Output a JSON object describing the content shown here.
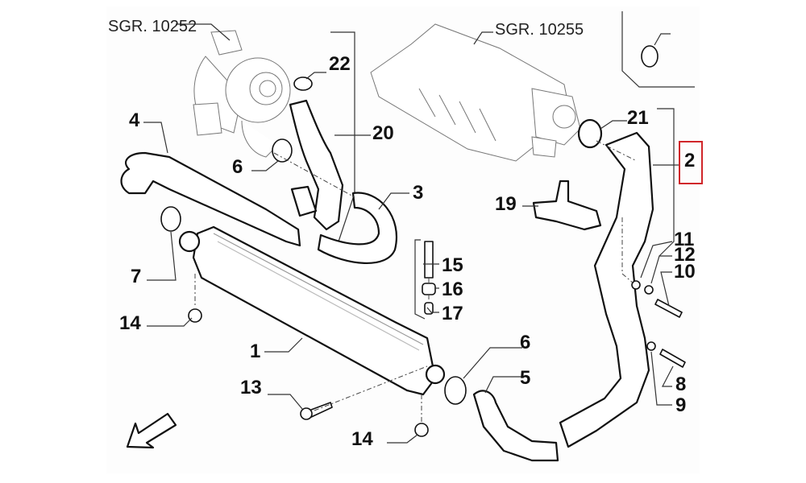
{
  "diagram": {
    "title": "Intercooler and charge air hoses exploded view",
    "references": [
      {
        "id": "ref-turbo",
        "text": "SGR. 10252"
      },
      {
        "id": "ref-manifold",
        "text": "SGR. 10255"
      }
    ],
    "callouts": [
      {
        "id": "1",
        "part": "intercooler"
      },
      {
        "id": "2",
        "part": "intake pipe to manifold",
        "highlighted": true
      },
      {
        "id": "3",
        "part": "hose"
      },
      {
        "id": "4",
        "part": "hose from turbo"
      },
      {
        "id": "5",
        "part": "hose"
      },
      {
        "id": "6",
        "part": "clamp"
      },
      {
        "id": "6b",
        "label": "6",
        "part": "clamp"
      },
      {
        "id": "7",
        "part": "clamp"
      },
      {
        "id": "8",
        "part": "screw"
      },
      {
        "id": "9",
        "part": "washer"
      },
      {
        "id": "10",
        "part": "screw"
      },
      {
        "id": "11",
        "part": "washer"
      },
      {
        "id": "12",
        "part": "washer"
      },
      {
        "id": "13",
        "part": "screw"
      },
      {
        "id": "14",
        "part": "rubber mount"
      },
      {
        "id": "14b",
        "label": "14",
        "part": "rubber mount"
      },
      {
        "id": "15",
        "part": "bolt"
      },
      {
        "id": "16",
        "part": "bushing"
      },
      {
        "id": "17",
        "part": "spacer"
      },
      {
        "id": "19",
        "part": "bracket"
      },
      {
        "id": "20",
        "part": "pipe"
      },
      {
        "id": "21",
        "part": "seal ring"
      },
      {
        "id": "22",
        "part": "o-ring"
      }
    ],
    "highlight_color": "#d0262a",
    "direction_arrow": "front-left-arrow"
  },
  "labels": {
    "l1": "1",
    "l2": "2",
    "l3": "3",
    "l4": "4",
    "l5": "5",
    "l6a": "6",
    "l6b": "6",
    "l7": "7",
    "l8": "8",
    "l9": "9",
    "l10": "10",
    "l11": "11",
    "l12": "12",
    "l13": "13",
    "l14a": "14",
    "l14b": "14",
    "l15": "15",
    "l16": "16",
    "l17": "17",
    "l19": "19",
    "l20": "20",
    "l21": "21",
    "l22": "22",
    "ref1": "SGR. 10252",
    "ref2": "SGR. 10255"
  }
}
